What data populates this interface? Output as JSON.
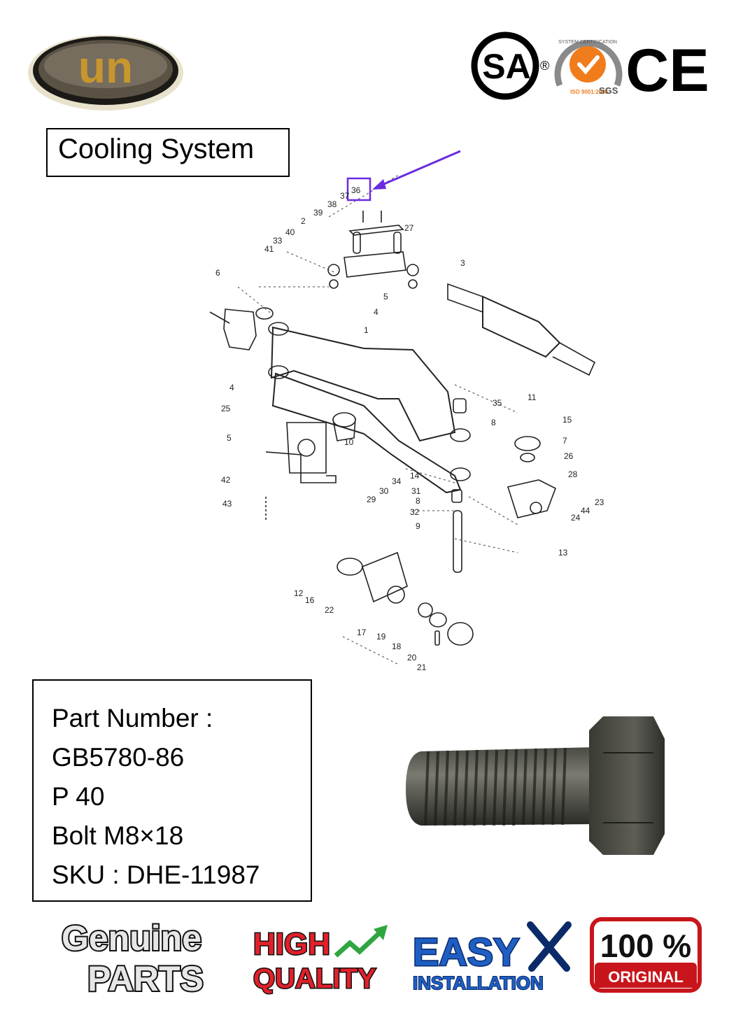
{
  "brand": {
    "logo_text": "un"
  },
  "certifications": {
    "csa_mark": "SA",
    "registered_symbol": "®",
    "sgs_ring_text": "SYSTEM CERTIFICATION",
    "sgs_iso": "ISO 9001:2008",
    "sgs_label": "SGS",
    "ce_mark": "CE"
  },
  "section_title": "Cooling System",
  "diagram": {
    "highlighted_callout": "36",
    "highlight_color": "#6a2be0",
    "callout_numbers": [
      "36",
      "37",
      "38",
      "39",
      "2",
      "40",
      "33",
      "41",
      "27",
      "3",
      "6",
      "5",
      "4",
      "1",
      "11",
      "35",
      "8",
      "15",
      "7",
      "26",
      "28",
      "23",
      "44",
      "24",
      "13",
      "25",
      "5",
      "10",
      "14",
      "34",
      "31",
      "30",
      "29",
      "8",
      "32",
      "9",
      "42",
      "43",
      "4",
      "12",
      "16",
      "22",
      "17",
      "19",
      "18",
      "20",
      "21"
    ]
  },
  "part": {
    "label_part_number": "Part Number :",
    "part_number": "GB5780-86",
    "page": "P 40",
    "description": "Bolt M8×18",
    "sku": "SKU : DHE-11987"
  },
  "badges": {
    "genuine_line1": "Genuine",
    "genuine_line2": "PARTS",
    "high": "HIGH",
    "quality": "QUALITY",
    "easy": "EASY",
    "installation": "INSTALLATION",
    "original_pct": "100 %",
    "original_label": "ORIGINAL"
  },
  "colors": {
    "logo_gold": "#c8962e",
    "sgs_orange": "#f07c1c",
    "high_quality_red": "#e0202a",
    "easy_blue": "#1f5fc4",
    "original_red": "#c8151b",
    "arrow_green": "#2fa640"
  }
}
